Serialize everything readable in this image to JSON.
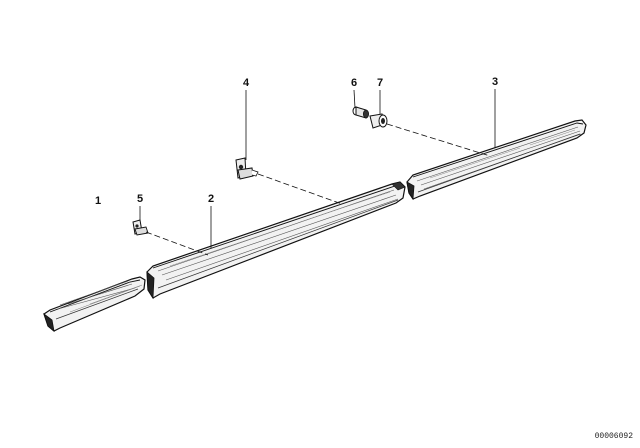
{
  "diagram": {
    "callouts": {
      "part_1": "1",
      "part_2": "2",
      "part_3": "3",
      "part_4": "4",
      "part_5": "5",
      "part_6": "6",
      "part_7": "7"
    },
    "drawing_number": "00006092"
  }
}
